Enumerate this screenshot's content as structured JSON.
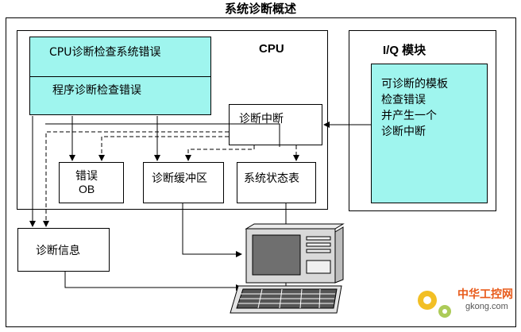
{
  "title": "系统诊断概述",
  "cpu": {
    "label": "CPU",
    "errors_top": "CPU诊断检查系统错误",
    "errors_bottom": "程序诊断检查错误",
    "interrupt": "诊断中断",
    "error_ob_line1": "错误",
    "error_ob_line2": "OB",
    "diag_buffer": "诊断缓冲区",
    "ssl": "系统状态表"
  },
  "io": {
    "label": "I/Q 模块",
    "desc": [
      "可诊断的模板",
      "检查错误",
      "并产生一个",
      "诊断中断"
    ]
  },
  "diag_info": "诊断信息",
  "watermark": {
    "cn": "中华工控网",
    "url": "gkong.com"
  }
}
